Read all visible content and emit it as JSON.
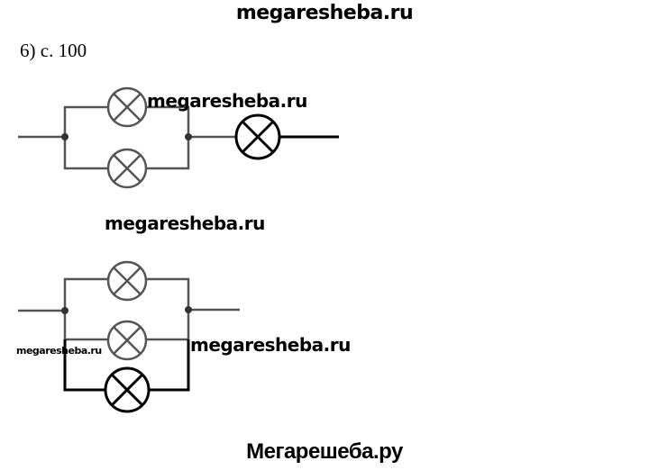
{
  "watermarks": {
    "header": "megaresheba.ru",
    "circuit1": "megaresheba.ru",
    "middle": "megaresheba.ru",
    "small_left": "megaresheba.ru",
    "circuit2_right": "megaresheba.ru",
    "footer": "Мегарешеба.ру"
  },
  "problem_label": "6) с. 100"
}
